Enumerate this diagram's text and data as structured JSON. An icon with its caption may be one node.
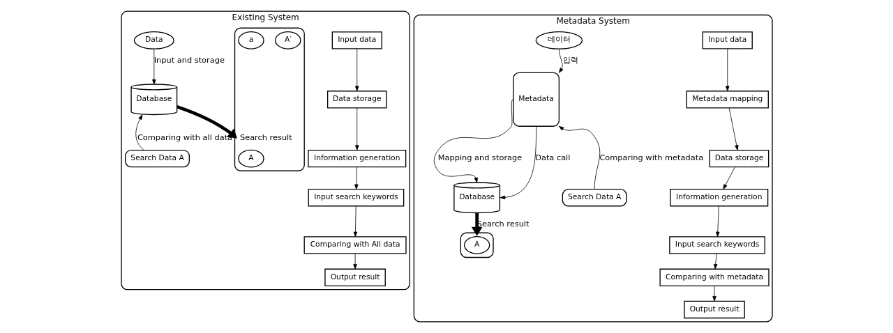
{
  "diagram": {
    "nodes": [
      {
        "text": [
          "Existing System"
        ]
      },
      {
        "text": [
          "Input data"
        ],
        "in": 0
      },
      {
        "text": [
          "Data storage"
        ],
        "in": 0
      },
      {
        "text": [
          "Information generation"
        ],
        "in": 0
      },
      {
        "text": [
          "Input search keywords"
        ],
        "in": 0
      },
      {
        "text": [
          "Comparing with All data"
        ],
        "in": 0
      },
      {
        "text": [
          "Output result"
        ],
        "in": 0
      },
      {
        "text": [
          "Data"
        ],
        "in": 0
      },
      {
        "text": [
          "Database"
        ],
        "in": 0
      },
      {
        "text": [
          "Search Data A"
        ],
        "in": 0
      },
      {
        "text": [],
        "shape": "box",
        "in": 0
      },
      {
        "text": [
          "A"
        ],
        "in": 10
      },
      {
        "text": [
          "A′"
        ],
        "in": 10
      },
      {
        "text": [
          "a"
        ],
        "in": 10
      },
      {
        "text": [
          "Metadata System"
        ]
      },
      {
        "text": [
          "Input data"
        ],
        "in": 14
      },
      {
        "text": [
          "Metadata mapping"
        ],
        "in": 14
      },
      {
        "text": [
          "Data storage"
        ],
        "in": 14
      },
      {
        "text": [
          "Information generation"
        ],
        "in": 14
      },
      {
        "text": [
          "Input search keywords"
        ],
        "in": 14
      },
      {
        "text": [
          "Comparing with metadata"
        ],
        "in": 14
      },
      {
        "text": [
          "Output result"
        ],
        "in": 14
      },
      {
        "text": [
          "데이터"
        ],
        "in": 14
      },
      {
        "text": [
          "Metadata"
        ],
        "in": 14
      },
      {
        "text": [
          "Database"
        ],
        "in": 14
      },
      {
        "text": [
          "Search Data A"
        ],
        "in": 14
      },
      {
        "text": [],
        "shape": "box",
        "in": 14
      },
      {
        "text": [
          "A"
        ],
        "in": 26
      }
    ],
    "edges": [
      {
        "from": 1,
        "to": 2,
        "arrow": "to"
      },
      {
        "from": 2,
        "to": 3,
        "arrow": "to"
      },
      {
        "from": 3,
        "to": 4,
        "arrow": "to"
      },
      {
        "from": 4,
        "to": 5,
        "arrow": "to"
      },
      {
        "from": 5,
        "to": 6,
        "arrow": "to"
      },
      {
        "from": 7,
        "to": 8,
        "arrow": "to",
        "label": "Input and storage"
      },
      {
        "from": 9,
        "to": 8,
        "arrow": "to",
        "label": "Comparing with all data"
      },
      {
        "from": 8,
        "to": 10,
        "arrow": "to",
        "label": "Search result",
        "style": "thick"
      },
      {
        "from": 15,
        "to": 16,
        "arrow": "to"
      },
      {
        "from": 16,
        "to": 17,
        "arrow": "to"
      },
      {
        "from": 17,
        "to": 18,
        "arrow": "to"
      },
      {
        "from": 18,
        "to": 19,
        "arrow": "to"
      },
      {
        "from": 19,
        "to": 20,
        "arrow": "to"
      },
      {
        "from": 20,
        "to": 21,
        "arrow": "to"
      },
      {
        "from": 22,
        "to": 23,
        "arrow": "to",
        "label": "입력"
      },
      {
        "from": 23,
        "to": 24,
        "arrow": "to",
        "label": "Mapping and storage"
      },
      {
        "from": 23,
        "to": 24,
        "arrow": "to",
        "label": "Data call"
      },
      {
        "from": 25,
        "to": 23,
        "arrow": "to",
        "label": "Comparing with metadata"
      },
      {
        "from": 24,
        "to": 26,
        "arrow": "to",
        "label": "Search result",
        "style": "thick"
      }
    ]
  }
}
